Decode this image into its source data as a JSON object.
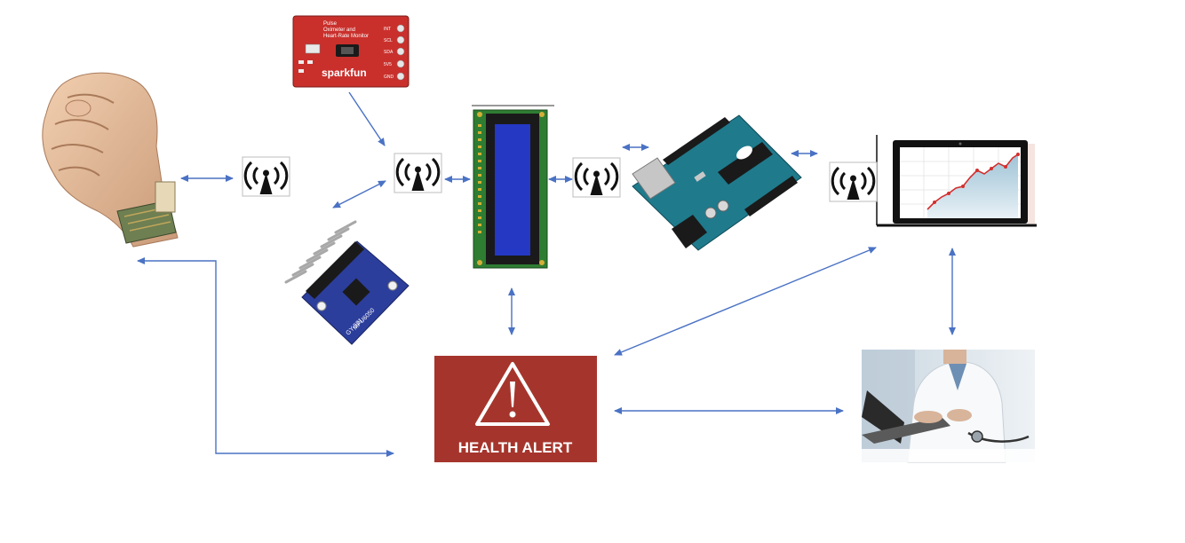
{
  "alert": {
    "label": "HEALTH ALERT"
  },
  "sensor_board": {
    "title_lines": [
      "Pulse",
      "Oximeter and",
      "Heart-Rate Monitor"
    ],
    "pins": [
      "SCL",
      "SDA",
      "5V5",
      "GND",
      "INT"
    ],
    "brand": "sparkfun"
  },
  "imu_board": {
    "label": "GY-521",
    "chip": "MPU6050"
  },
  "colors": {
    "arrow": "#4a72c4",
    "alert_bg": "#a5352c",
    "sensor_red": "#c9302c",
    "imu_blue": "#2c3e9c",
    "lcd_green": "#2e7d32",
    "lcd_screen": "#2438c4",
    "arduino_teal": "#1f7a8c",
    "chart_line": "#d32f2f"
  },
  "icons": [
    "fist-with-patch-icon",
    "wifi-antenna-icon",
    "pulse-sensor-board",
    "imu-sensor-board",
    "lcd-display-module",
    "arduino-board",
    "laptop-chart-icon",
    "doctor-photo",
    "warning-triangle-icon"
  ]
}
